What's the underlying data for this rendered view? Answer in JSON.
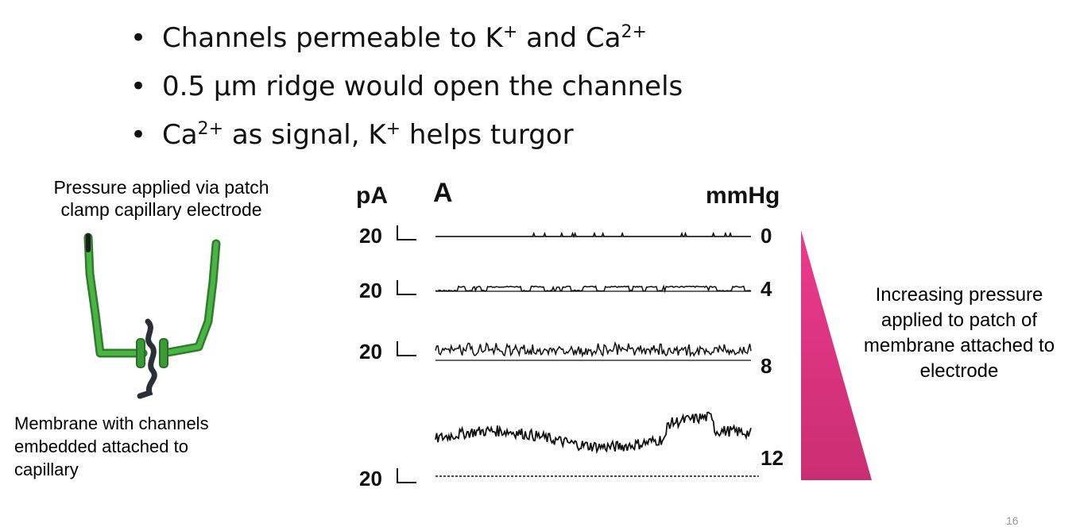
{
  "bullets": [
    {
      "parts": [
        "Channels permeable to K",
        "+",
        " and Ca",
        "2+",
        ""
      ]
    },
    {
      "parts": [
        "0.5 µm ridge would open the channels",
        "",
        "",
        "",
        ""
      ]
    },
    {
      "parts": [
        "Ca",
        "2+",
        " as signal, K",
        "+",
        " helps turgor"
      ]
    }
  ],
  "bullet_glyph": "•",
  "captions": {
    "pressure": "Pressure applied via patch clamp capillary electrode",
    "membrane": "Membrane with channels embedded attached to capillary",
    "increasing": "Increasing pressure applied to patch of membrane attached to electrode"
  },
  "figure": {
    "panel_label": "A",
    "y_unit": "pA",
    "pressure_unit": "mmHg",
    "traces": [
      {
        "scale": "20",
        "pressure": "0",
        "activity": 0.05
      },
      {
        "scale": "20",
        "pressure": "4",
        "activity": 0.2
      },
      {
        "scale": "20",
        "pressure": "8",
        "activity": 0.55
      },
      {
        "scale": "20",
        "pressure": "12",
        "activity": 1.0
      }
    ]
  },
  "colors": {
    "electrode": "#3fa63a",
    "wedge_top": "#ec3a8c",
    "wedge_bottom": "#c92e72"
  },
  "page_number": "16"
}
